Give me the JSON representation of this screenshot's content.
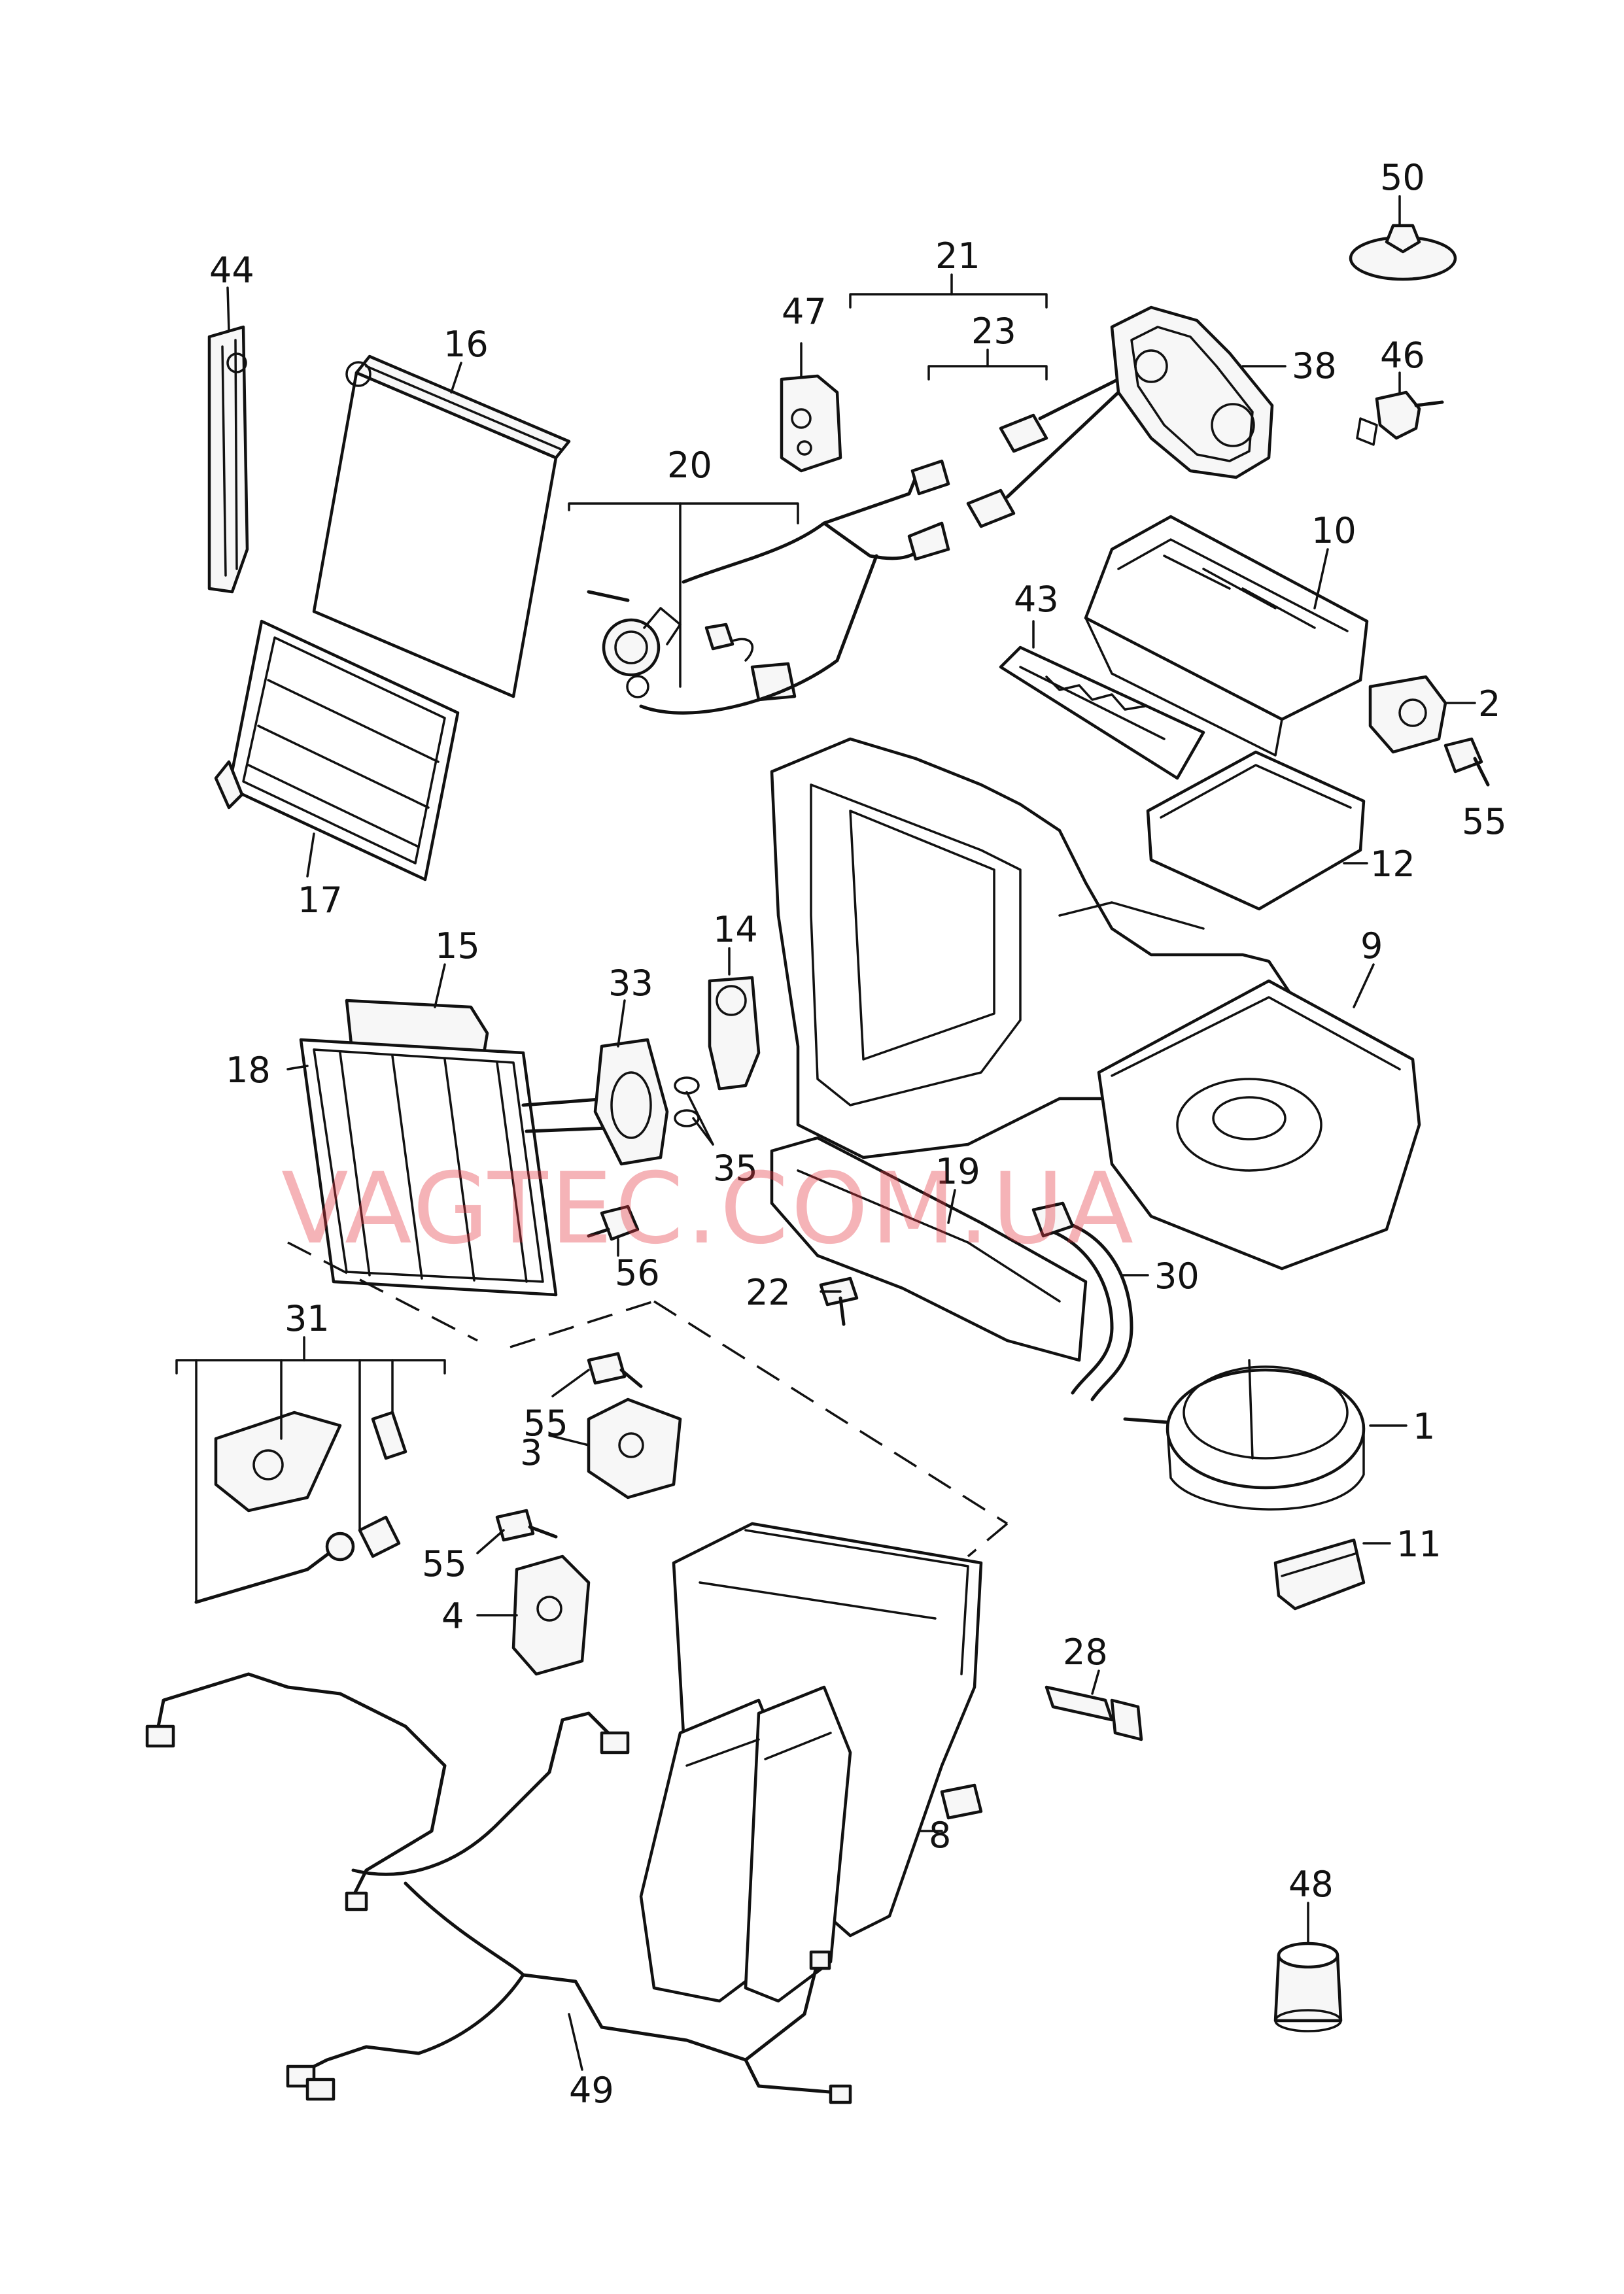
{
  "watermark": "VAGTEC.COM.UA",
  "accent_color": "#e53945",
  "callouts": {
    "c1": "1",
    "c2": "2",
    "c3": "3",
    "c4": "4",
    "c8": "8",
    "c9": "9",
    "c10": "10",
    "c11": "11",
    "c12": "12",
    "c14": "14",
    "c15": "15",
    "c16": "16",
    "c17": "17",
    "c18": "18",
    "c19": "19",
    "c20": "20",
    "c21": "21",
    "c22": "22",
    "c23": "23",
    "c28": "28",
    "c30": "30",
    "c31": "31",
    "c33": "33",
    "c35": "35",
    "c38": "38",
    "c43": "43",
    "c44": "44",
    "c46": "46",
    "c47": "47",
    "c48": "48",
    "c49": "49",
    "c50": "50",
    "c55a": "55",
    "c55b": "55",
    "c55c": "55",
    "c56": "56"
  }
}
